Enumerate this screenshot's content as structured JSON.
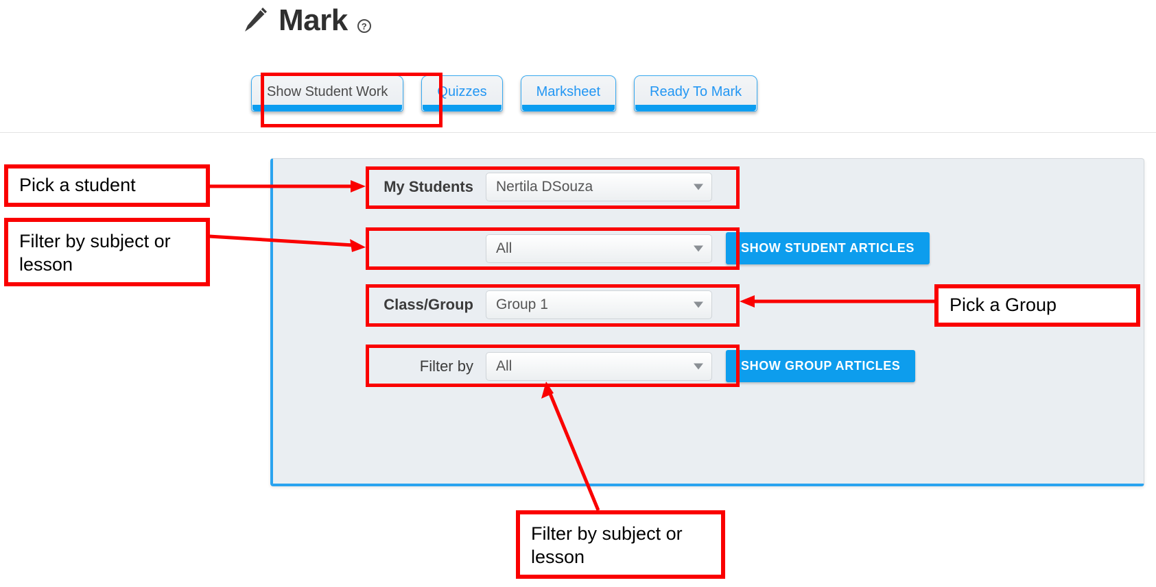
{
  "header": {
    "title": "Mark",
    "pencil_icon": "pencil-icon",
    "help_icon": "question-mark-help-icon"
  },
  "tabs": [
    {
      "label": "Show Student Work",
      "active": true
    },
    {
      "label": "Quizzes",
      "active": false
    },
    {
      "label": "Marksheet",
      "active": false
    },
    {
      "label": "Ready To Mark",
      "active": false
    }
  ],
  "panel": {
    "rows": [
      {
        "label": "My Students",
        "bold": true,
        "value": "Nertila DSouza",
        "button": null
      },
      {
        "label": "",
        "bold": false,
        "value": "All",
        "button": "SHOW STUDENT ARTICLES"
      },
      {
        "label": "Class/Group",
        "bold": true,
        "value": "Group 1",
        "button": null
      },
      {
        "label": "Filter by",
        "bold": false,
        "value": "All",
        "button": "SHOW GROUP ARTICLES"
      }
    ]
  },
  "annotations": [
    {
      "id": "pick-a-student",
      "text": "Pick a student"
    },
    {
      "id": "filter-left",
      "text": "Filter by subject or lesson"
    },
    {
      "id": "pick-a-group",
      "text": "Pick a Group"
    },
    {
      "id": "filter-bottom",
      "text": "Filter by subject or lesson"
    }
  ],
  "colors": {
    "accent_blue": "#0d9ded",
    "tab_border_blue": "#37a9f0",
    "annotation_red": "#fa0000",
    "panel_bg": "#eaeef2"
  }
}
